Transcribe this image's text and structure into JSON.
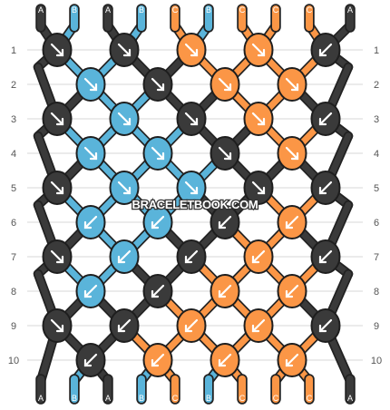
{
  "colors": {
    "A": "#3a3a3a",
    "B": "#5ab4da",
    "C": "#fb9646",
    "knot_border": "#1e1e1e",
    "gridline": "#d7d7d7",
    "arrow": "#ffffff"
  },
  "watermark": "BRACELETBOOK.COM",
  "row_numbers": [
    "1",
    "2",
    "3",
    "4",
    "5",
    "6",
    "7",
    "8",
    "9",
    "10"
  ],
  "top_strings": [
    "A",
    "B",
    "A",
    "B",
    "C",
    "B",
    "C",
    "C",
    "C",
    "A"
  ],
  "bottom_strings": [
    "A",
    "B",
    "A",
    "B",
    "C",
    "B",
    "C",
    "C",
    "C",
    "A"
  ],
  "knots": [
    {
      "row": 1,
      "col": 0,
      "color": "A",
      "dir": "se"
    },
    {
      "row": 1,
      "col": 1,
      "color": "A",
      "dir": "se"
    },
    {
      "row": 1,
      "col": 2,
      "color": "C",
      "dir": "se"
    },
    {
      "row": 1,
      "col": 3,
      "color": "C",
      "dir": "se"
    },
    {
      "row": 1,
      "col": 4,
      "color": "A",
      "dir": "sw"
    },
    {
      "row": 2,
      "col": 0,
      "color": "B",
      "dir": "se"
    },
    {
      "row": 2,
      "col": 1,
      "color": "A",
      "dir": "se"
    },
    {
      "row": 2,
      "col": 2,
      "color": "C",
      "dir": "se"
    },
    {
      "row": 2,
      "col": 3,
      "color": "C",
      "dir": "se"
    },
    {
      "row": 3,
      "col": 0,
      "color": "A",
      "dir": "se"
    },
    {
      "row": 3,
      "col": 1,
      "color": "B",
      "dir": "se"
    },
    {
      "row": 3,
      "col": 2,
      "color": "A",
      "dir": "se"
    },
    {
      "row": 3,
      "col": 3,
      "color": "C",
      "dir": "se"
    },
    {
      "row": 3,
      "col": 4,
      "color": "A",
      "dir": "sw"
    },
    {
      "row": 4,
      "col": 0,
      "color": "B",
      "dir": "se"
    },
    {
      "row": 4,
      "col": 1,
      "color": "B",
      "dir": "se"
    },
    {
      "row": 4,
      "col": 2,
      "color": "A",
      "dir": "se"
    },
    {
      "row": 4,
      "col": 3,
      "color": "C",
      "dir": "se"
    },
    {
      "row": 5,
      "col": 0,
      "color": "A",
      "dir": "se"
    },
    {
      "row": 5,
      "col": 1,
      "color": "B",
      "dir": "se"
    },
    {
      "row": 5,
      "col": 2,
      "color": "B",
      "dir": "se"
    },
    {
      "row": 5,
      "col": 3,
      "color": "A",
      "dir": "se"
    },
    {
      "row": 5,
      "col": 4,
      "color": "A",
      "dir": "sw"
    },
    {
      "row": 6,
      "col": 0,
      "color": "B",
      "dir": "sw"
    },
    {
      "row": 6,
      "col": 1,
      "color": "B",
      "dir": "sw"
    },
    {
      "row": 6,
      "col": 2,
      "color": "A",
      "dir": "sw"
    },
    {
      "row": 6,
      "col": 3,
      "color": "C",
      "dir": "sw"
    },
    {
      "row": 7,
      "col": 0,
      "color": "A",
      "dir": "se"
    },
    {
      "row": 7,
      "col": 1,
      "color": "B",
      "dir": "sw"
    },
    {
      "row": 7,
      "col": 2,
      "color": "A",
      "dir": "sw"
    },
    {
      "row": 7,
      "col": 3,
      "color": "C",
      "dir": "sw"
    },
    {
      "row": 7,
      "col": 4,
      "color": "A",
      "dir": "sw"
    },
    {
      "row": 8,
      "col": 0,
      "color": "B",
      "dir": "sw"
    },
    {
      "row": 8,
      "col": 1,
      "color": "A",
      "dir": "sw"
    },
    {
      "row": 8,
      "col": 2,
      "color": "C",
      "dir": "sw"
    },
    {
      "row": 8,
      "col": 3,
      "color": "C",
      "dir": "sw"
    },
    {
      "row": 9,
      "col": 0,
      "color": "A",
      "dir": "se"
    },
    {
      "row": 9,
      "col": 1,
      "color": "A",
      "dir": "sw"
    },
    {
      "row": 9,
      "col": 2,
      "color": "C",
      "dir": "sw"
    },
    {
      "row": 9,
      "col": 3,
      "color": "C",
      "dir": "sw"
    },
    {
      "row": 9,
      "col": 4,
      "color": "A",
      "dir": "sw"
    },
    {
      "row": 10,
      "col": 0,
      "color": "A",
      "dir": "sw"
    },
    {
      "row": 10,
      "col": 1,
      "color": "C",
      "dir": "sw"
    },
    {
      "row": 10,
      "col": 2,
      "color": "C",
      "dir": "sw"
    },
    {
      "row": 10,
      "col": 3,
      "color": "C",
      "dir": "sw"
    }
  ]
}
